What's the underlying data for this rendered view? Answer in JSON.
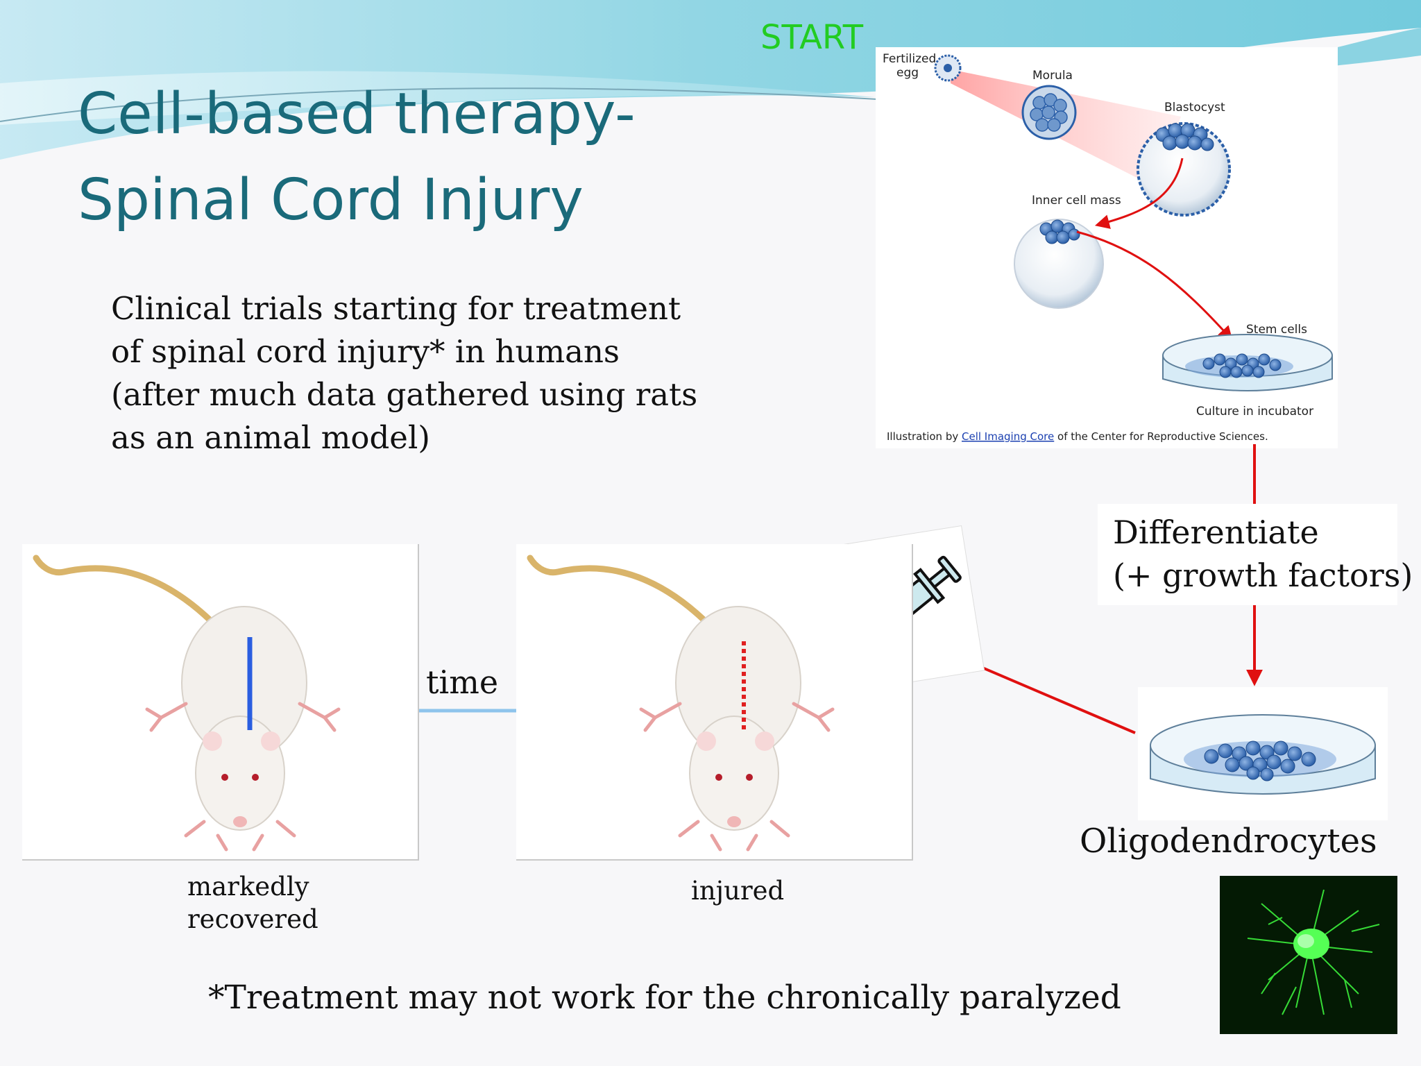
{
  "slide": {
    "title_line1": "Cell-based therapy-",
    "title_line2": "Spinal Cord Injury",
    "start_label": "START",
    "body_lines": [
      "Clinical trials starting for treatment",
      "of spinal cord injury* in humans",
      "(after much data gathered using rats",
      "as an animal model)"
    ],
    "footnote": "*Treatment may not work for the chronically paralyzed"
  },
  "embryo_figure": {
    "labels": {
      "fertilized_egg_1": "Fertilized",
      "fertilized_egg_2": "egg",
      "morula": "Morula",
      "blastocyst": "Blastocyst",
      "inner_cell_mass": "Inner cell mass",
      "stem_cells": "Stem cells",
      "culture": "Culture in incubator"
    },
    "credit_prefix": "Illustration by ",
    "credit_link": "Cell Imaging Core",
    "credit_suffix": " of the Center for Reproductive Sciences."
  },
  "flow": {
    "differentiate_line1": "Differentiate",
    "differentiate_line2": "(+ growth factors)",
    "oligodendrocytes": "Oligodendrocytes",
    "time": "time"
  },
  "rats": {
    "recovered_caption_line1": "markedly",
    "recovered_caption_line2": "recovered",
    "injured_caption": "injured"
  },
  "colors": {
    "title": "#1a6a7a",
    "start": "#22cc22",
    "arrow_red": "#e01010",
    "arrow_blue": "#8ec4ec",
    "spine_blue": "#2a5ee0",
    "injury_red": "#e02020",
    "cell_blue": "#2b5fa8"
  }
}
